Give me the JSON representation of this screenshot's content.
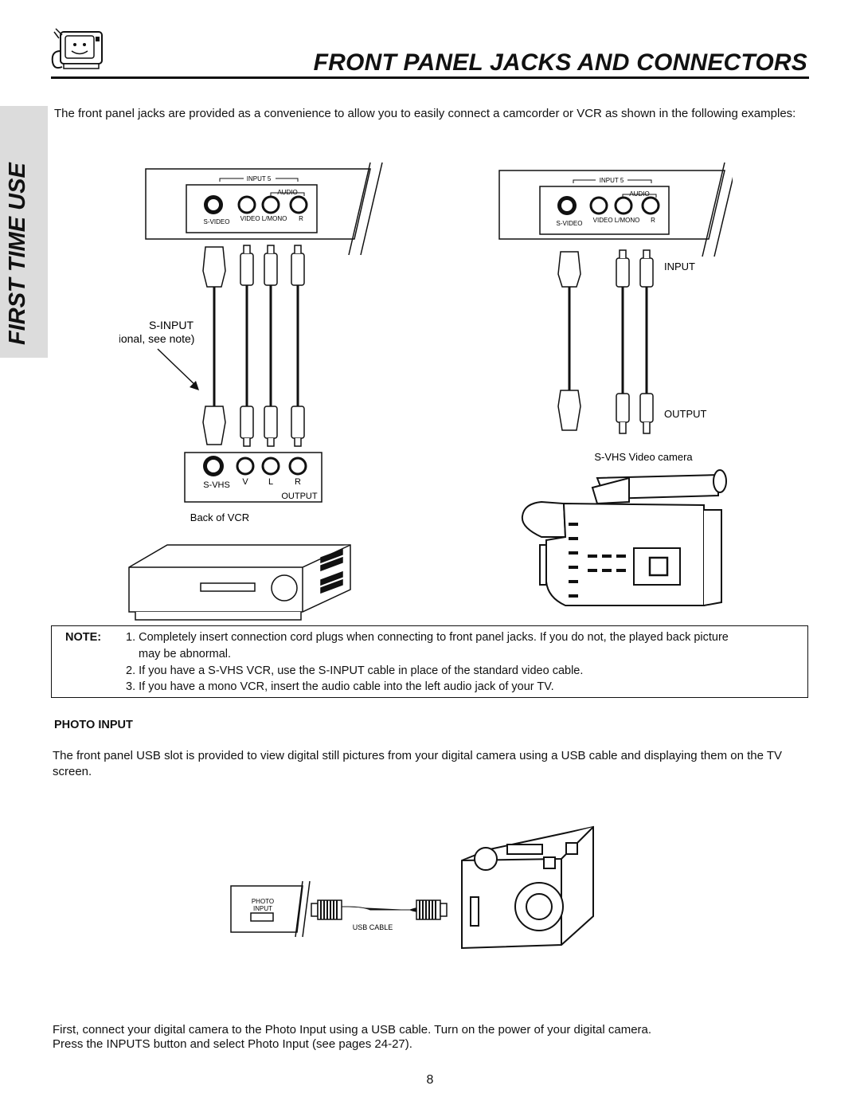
{
  "header": {
    "title": "FRONT PANEL JACKS AND CONNECTORS",
    "section_tab": "FIRST TIME USE"
  },
  "intro": {
    "text": "The front panel jacks are provided as a convenience to allow you to easily connect a camcorder or VCR as shown in the following examples:"
  },
  "diagram_vcr": {
    "panel_group": "INPUT 5",
    "panel_audio": "AUDIO",
    "panel_svideo": "S-VIDEO",
    "panel_video_lmono": "VIDEO L/MONO",
    "panel_r": "R",
    "s_input": "S-INPUT",
    "optional_note": "(Optional, see note)",
    "vcr_svhs": "S-VHS",
    "vcr_v": "V",
    "vcr_l": "L",
    "vcr_r": "R",
    "vcr_output": "OUTPUT",
    "back_of_vcr": "Back of VCR"
  },
  "diagram_camera": {
    "panel_group": "INPUT 5",
    "panel_audio": "AUDIO",
    "panel_svideo": "S-VIDEO",
    "panel_video_lmono": "VIDEO L/MONO",
    "panel_r": "R",
    "input_label": "INPUT",
    "output_label": "OUTPUT",
    "camera_label": "S-VHS Video camera"
  },
  "note": {
    "label": "NOTE:",
    "items": [
      {
        "num": "1.",
        "text": "Completely insert connection cord plugs when connecting to front panel jacks.  If you do not, the played back picture",
        "cont": "may be abnormal."
      },
      {
        "num": "2.",
        "text": "If you have a S-VHS VCR, use the S-INPUT cable in place of the standard video cable."
      },
      {
        "num": "3.",
        "text": "If you have a mono VCR, insert the audio cable into the left audio jack of your TV."
      }
    ]
  },
  "photo_section": {
    "heading": "PHOTO INPUT",
    "text": "The front panel USB slot is provided to view digital still pictures from your digital camera using a USB cable and displaying them on the TV screen.",
    "panel_label_1": "PHOTO",
    "panel_label_2": "INPUT",
    "cable_label": "USB CABLE"
  },
  "footer": {
    "line1": "First, connect your digital camera to the Photo Input using a USB cable.  Turn on the power of your digital camera.",
    "line2": "Press the INPUTS button and select Photo Input (see pages 24-27).",
    "page_number": "8"
  }
}
